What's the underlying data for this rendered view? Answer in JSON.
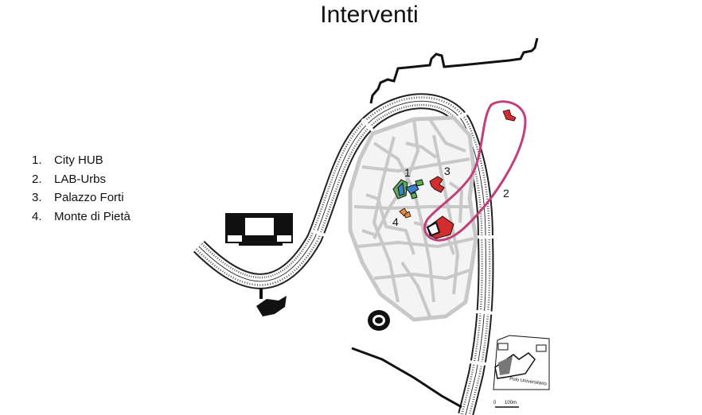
{
  "title": "Interventi",
  "legend": [
    {
      "number": "1.",
      "label": "City HUB"
    },
    {
      "number": "2.",
      "label": "LAB-Urbs"
    },
    {
      "number": "3.",
      "label": "Palazzo Forti"
    },
    {
      "number": "4.",
      "label": "Monte di Pietà"
    }
  ],
  "map": {
    "markers": [
      {
        "id": "1",
        "label": "1"
      },
      {
        "id": "2",
        "label": "2"
      },
      {
        "id": "3",
        "label": "3"
      },
      {
        "id": "4",
        "label": "4"
      }
    ],
    "campus_label": "Polo Universitario",
    "scale_start": "0",
    "scale_end": "100m",
    "colors": {
      "highlight_outline": "#c2407a",
      "city_hub": "#5cae58",
      "city_hub_blue": "#3f7fd0",
      "palazzo_forti": "#d42c2c",
      "monte_di_pieta": "#e88a3a",
      "lab_urbs": "#d42c2c",
      "river": "#222222",
      "streets": "#c8c8c8"
    }
  }
}
